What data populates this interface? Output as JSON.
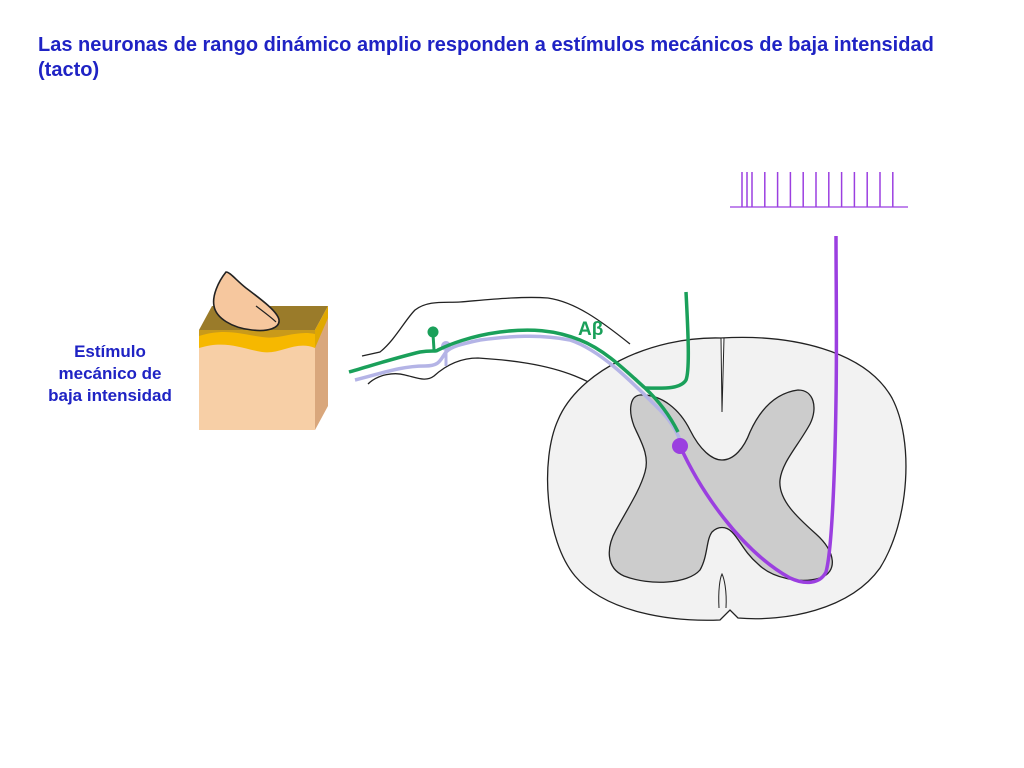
{
  "slide": {
    "title": "Las neuronas de rango dinámico amplio responden a estímulos mecánicos de baja intensidad (tacto)"
  },
  "stimulus": {
    "label_lines": [
      "Estímulo",
      "mecánico de",
      "baja intensidad"
    ]
  },
  "fiber": {
    "label": "Aβ"
  },
  "colors": {
    "title_text": "#1f23c4",
    "ab_fiber": "#1aa05a",
    "projection_neuron": "#9b3fe0",
    "faded_fiber": "#b4b4e6",
    "gray_matter": "#cccccc",
    "white_matter": "#f2f2f2",
    "skin": "#f7cfa6",
    "fat_layer": "#f6b800",
    "epidermis": "#9a7b2a"
  },
  "spike_train": {
    "spike_count": 14
  }
}
